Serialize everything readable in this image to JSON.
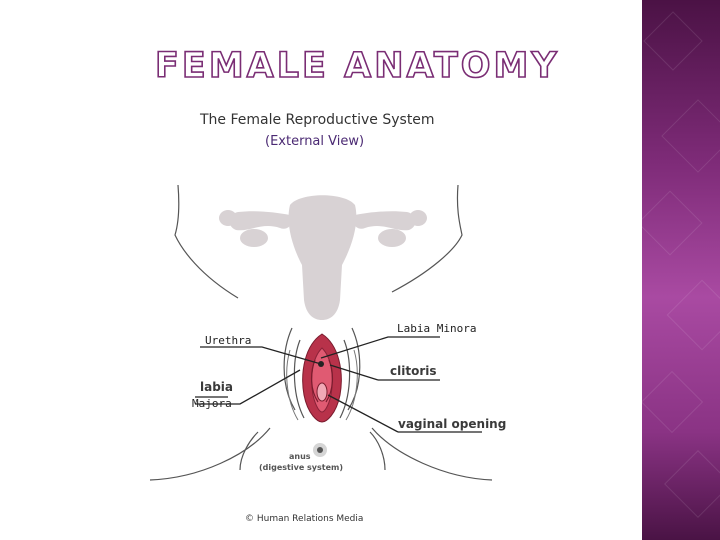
{
  "slide": {
    "title": "FEMALE ANATOMY",
    "accent_color": "#7a2d74",
    "sidebar_color": "#8a3384"
  },
  "figure": {
    "title": "The Female Reproductive System",
    "subtitle": "(External View)",
    "labels": {
      "labia_minora": "Labia Minora",
      "urethra": "Urethra",
      "clitoris": "clitoris",
      "labia": "labia",
      "majora": "Majora",
      "vaginal_opening": "vaginal opening",
      "anus": "anus",
      "digestive_system": "(digestive system)"
    },
    "credit": "© Human Relations Media",
    "colors": {
      "uterus": "#d8d2d4",
      "labia_outer": "#b8324a",
      "labia_inner": "#e05a72",
      "outline": "#555555"
    }
  }
}
